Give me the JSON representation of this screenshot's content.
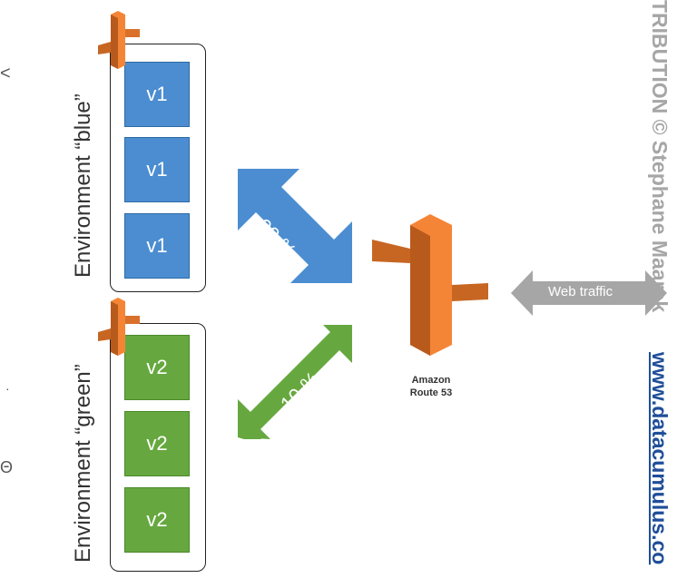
{
  "environments": {
    "blue": {
      "label": "Environment “blue”",
      "instances": [
        "v1",
        "v1",
        "v1"
      ],
      "color": "#4b8dd0"
    },
    "green": {
      "label": "Environment “green”",
      "instances": [
        "v2",
        "v2",
        "v2"
      ],
      "color": "#66a83f"
    }
  },
  "traffic": {
    "blue_percent": "90 %",
    "green_percent": "10 %"
  },
  "route53": {
    "label_line1": "Amazon",
    "label_line2": "Route 53",
    "color": "#f58536"
  },
  "web_traffic": {
    "label": "Web traffic",
    "color": "#a6a6a6"
  },
  "watermark": {
    "copyright": "TRIBUTION © Stephane Maarek",
    "url": "www.datacumulus.co"
  },
  "edge_glyphs": {
    "chevron": "<",
    "circle": "Θ",
    "dot": "·"
  }
}
